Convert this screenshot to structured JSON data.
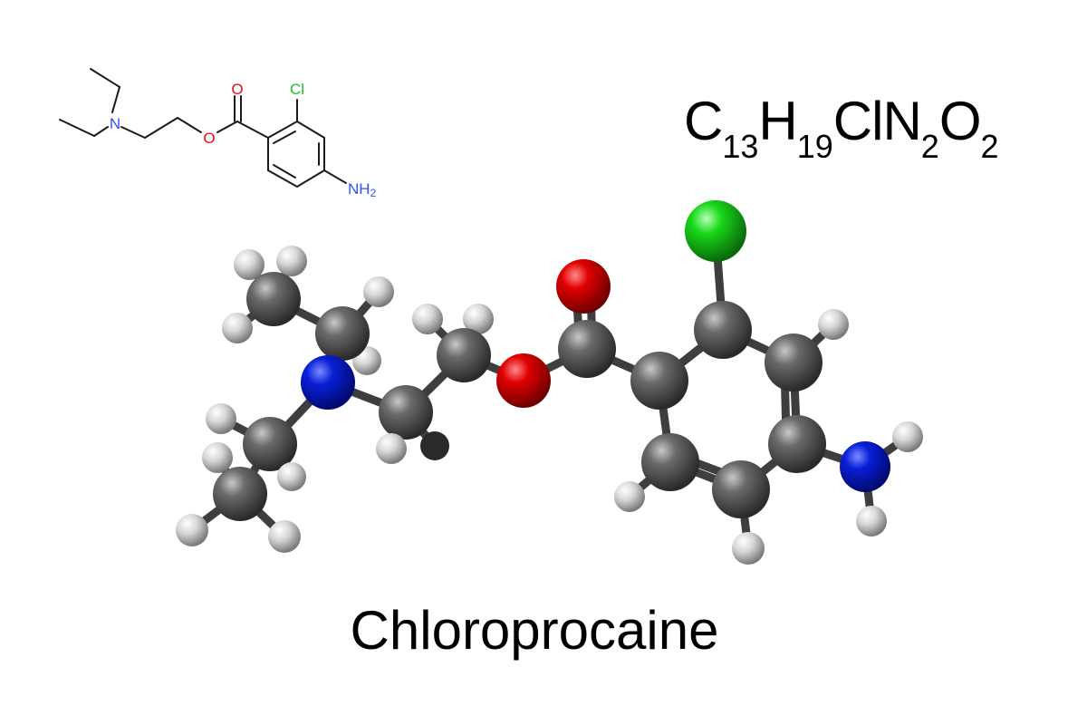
{
  "compound": {
    "name": "Chloroprocaine"
  },
  "formula": {
    "parts": [
      {
        "el": "C",
        "n": "13"
      },
      {
        "el": "H",
        "n": "19"
      },
      {
        "el": "Cl",
        "n": ""
      },
      {
        "el": "N",
        "n": "2"
      },
      {
        "el": "O",
        "n": "2"
      }
    ]
  },
  "skeletal": {
    "labels": {
      "nitrogen": "N",
      "ester_oxygen": "O",
      "carbonyl_oxygen": "O",
      "chlorine": "Cl",
      "amine": "NH",
      "amine_subscript": "2"
    },
    "colors": {
      "bond": "#1a1a1a",
      "nitrogen": "#3050f8",
      "oxygen": "#e01010",
      "chlorine": "#1fc01f"
    }
  },
  "model": {
    "colors": {
      "carbon": "#5a5a5a",
      "hydrogen": "#d8d8d8",
      "nitrogen": "#0a1fd8",
      "oxygen": "#e00000",
      "chlorine": "#18d818",
      "bond": "#3e3e3e"
    },
    "atoms": [
      {
        "id": "Cm1",
        "el": "C"
      },
      {
        "id": "Cm2",
        "el": "C"
      },
      {
        "id": "N1",
        "el": "N"
      },
      {
        "id": "Ca",
        "el": "C"
      },
      {
        "id": "Cb",
        "el": "C"
      },
      {
        "id": "Ce1",
        "el": "C"
      },
      {
        "id": "Ce2",
        "el": "C"
      },
      {
        "id": "O1",
        "el": "O"
      },
      {
        "id": "Cc",
        "el": "C"
      },
      {
        "id": "O2",
        "el": "O"
      },
      {
        "id": "R1",
        "el": "C"
      },
      {
        "id": "R2",
        "el": "C"
      },
      {
        "id": "R3",
        "el": "C"
      },
      {
        "id": "R4",
        "el": "C"
      },
      {
        "id": "R5",
        "el": "C"
      },
      {
        "id": "R6",
        "el": "C"
      },
      {
        "id": "Cl1",
        "el": "Cl"
      },
      {
        "id": "N2",
        "el": "N"
      }
    ],
    "hydrogens": 19
  }
}
